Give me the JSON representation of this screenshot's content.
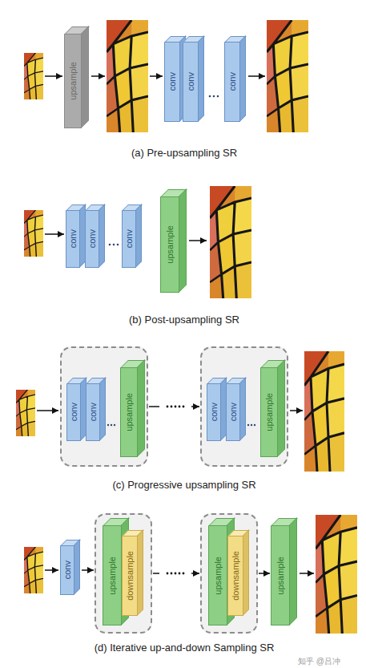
{
  "diagram": {
    "nodes": [
      {
        "text": [
          "upsample"
        ]
      },
      {
        "text": [
          "conv"
        ]
      },
      {
        "text": [
          "conv"
        ]
      },
      {
        "text": [
          "conv"
        ]
      },
      {
        "text": [
          "conv"
        ]
      },
      {
        "text": [
          "conv"
        ]
      },
      {
        "text": [
          "conv"
        ]
      },
      {
        "text": [
          "upsample"
        ]
      },
      {
        "text": []
      },
      {
        "text": [
          "conv"
        ],
        "in": 8
      },
      {
        "text": [
          "conv"
        ],
        "in": 8
      },
      {
        "text": [
          "upsample"
        ],
        "in": 8
      },
      {
        "text": []
      },
      {
        "text": [
          "conv"
        ],
        "in": 12
      },
      {
        "text": [
          "conv"
        ],
        "in": 12
      },
      {
        "text": [
          "upsample"
        ],
        "in": 12
      },
      {
        "text": [
          "conv"
        ]
      },
      {
        "text": []
      },
      {
        "text": [
          "upsample"
        ],
        "in": 17
      },
      {
        "text": [
          "downsample"
        ],
        "in": 17
      },
      {
        "text": []
      },
      {
        "text": [
          "upsample"
        ],
        "in": 20
      },
      {
        "text": [
          "downsample"
        ],
        "in": 20
      },
      {
        "text": [
          "upsample"
        ]
      }
    ],
    "edges": [
      {
        "from": 8,
        "to": 12,
        "arrow": "to"
      },
      {
        "from": 16,
        "to": 17,
        "arrow": "to"
      },
      {
        "from": 17,
        "to": 20,
        "arrow": "to"
      },
      {
        "from": 20,
        "to": 23,
        "arrow": "to"
      }
    ],
    "labels": [
      "(a) Pre-upsampling SR",
      "(b) Post-upsampling SR",
      "(c) Progressive upsampling SR",
      "(d) Iterative up-and-down Sampling SR",
      "知乎 @吕冲"
    ]
  }
}
